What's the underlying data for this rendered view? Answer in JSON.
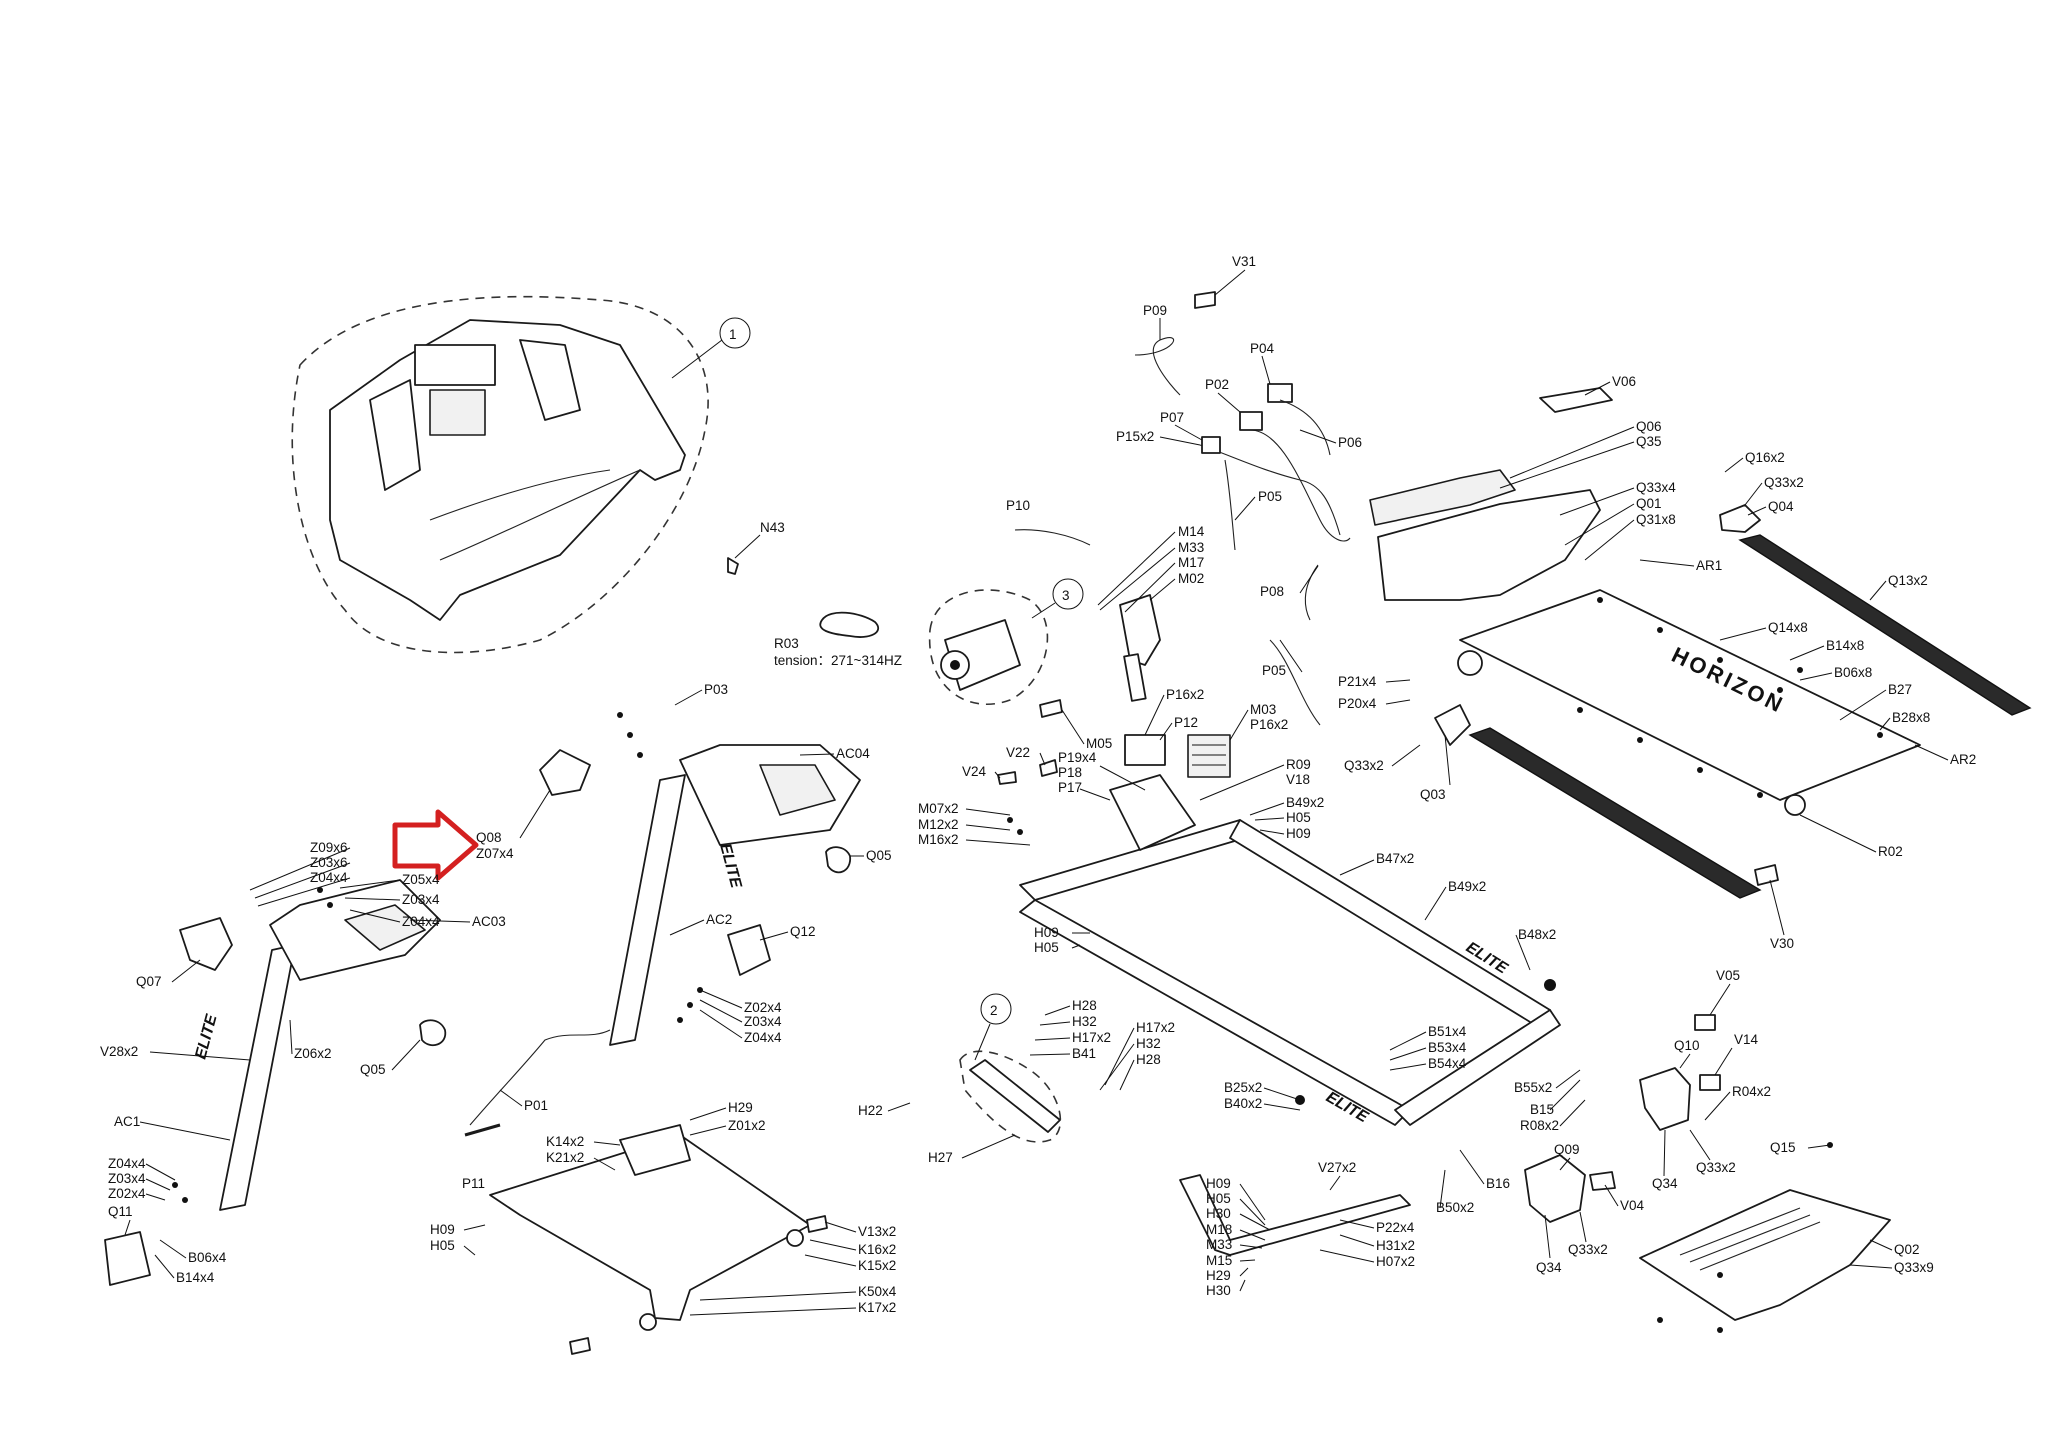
{
  "callouts": {
    "n1": "1",
    "n2": "2",
    "n3": "3"
  },
  "tension_note": "tension：271~314HZ",
  "labels": {
    "V31": "V31",
    "P09": "P09",
    "P04": "P04",
    "P02": "P02",
    "P07": "P07",
    "P15x2": "P15x2",
    "P06": "P06",
    "P05a": "P05",
    "V06": "V06",
    "Q06": "Q06",
    "Q35": "Q35",
    "Q16x2": "Q16x2",
    "Q33x2a": "Q33x2",
    "Q33x4": "Q33x4",
    "Q01": "Q01",
    "Q04": "Q04",
    "Q31x8": "Q31x8",
    "AR1": "AR1",
    "Q13x2": "Q13x2",
    "Q14x8": "Q14x8",
    "B14x8": "B14x8",
    "B06x8": "B06x8",
    "B27": "B27",
    "B28x8": "B28x8",
    "AR2": "AR2",
    "R02": "R02",
    "V30": "V30",
    "P08": "P08",
    "P05b": "P05",
    "P21x4": "P21x4",
    "P20x4": "P20x4",
    "Q33x2b": "Q33x2",
    "Q03": "Q03",
    "P10": "P10",
    "M14": "M14",
    "M33a": "M33",
    "M17": "M17",
    "M02": "M02",
    "N43": "N43",
    "R03": "R03",
    "P03": "P03",
    "AC04": "AC04",
    "Q08": "Q08",
    "Z07x4": "Z07x4",
    "Q05a": "Q05",
    "Z09x6": "Z09x6",
    "Z03x6": "Z03x6",
    "Z04x4a": "Z04x4",
    "Z05x4": "Z05x4",
    "Z03x4a": "Z03x4",
    "Z04x4b": "Z04x4",
    "AC03": "AC03",
    "Q07": "Q07",
    "V28x2": "V28x2",
    "Z06x2": "Z06x2",
    "Q05b": "Q05",
    "AC1": "AC1",
    "Z04x4c": "Z04x4",
    "Z03x4b": "Z03x4",
    "Z02x4a": "Z02x4",
    "Q11": "Q11",
    "B06x4": "B06x4",
    "B14x4": "B14x4",
    "AC2": "AC2",
    "Q12": "Q12",
    "Z02x4b": "Z02x4",
    "Z03x4c": "Z03x4",
    "Z04x4d": "Z04x4",
    "P01": "P01",
    "P11": "P11",
    "H29a": "H29",
    "Z01x2": "Z01x2",
    "K14x2": "K14x2",
    "K21x2": "K21x2",
    "H09a": "H09",
    "H05a": "H05",
    "V13x2": "V13x2",
    "K16x2": "K16x2",
    "K15x2": "K15x2",
    "K50x4": "K50x4",
    "K17x2": "K17x2",
    "P16x2a": "P16x2",
    "P12": "P12",
    "M03": "M03",
    "P16x2b": "P16x2",
    "M05": "M05",
    "V22": "V22",
    "P19x4": "P19x4",
    "P18": "P18",
    "P17": "P17",
    "V24": "V24",
    "R09": "R09",
    "V18": "V18",
    "B49x2a": "B49x2",
    "H05b": "H05",
    "H09b": "H09",
    "M07x2": "M07x2",
    "M12x2": "M12x2",
    "M16x2": "M16x2",
    "B47x2": "B47x2",
    "B49x2b": "B49x2",
    "H09c": "H09",
    "H05c": "H05",
    "B48x2": "B48x2",
    "H28a": "H28",
    "H32a": "H32",
    "H17x2a": "H17x2",
    "B41": "B41",
    "H17x2b": "H17x2",
    "H32b": "H32",
    "H28b": "H28",
    "H22": "H22",
    "H27": "H27",
    "B51x4": "B51x4",
    "B53x4": "B53x4",
    "B54x4": "B54x4",
    "B25x2": "B25x2",
    "B40x2": "B40x2",
    "V27x2": "V27x2",
    "B55x2": "B55x2",
    "B15": "B15",
    "R08x2": "R08x2",
    "B16": "B16",
    "B50x2": "B50x2",
    "V05": "V05",
    "Q10": "Q10",
    "V14": "V14",
    "R04x2": "R04x2",
    "Q34a": "Q34",
    "Q33x2c": "Q33x2",
    "Q15": "Q15",
    "Q09": "Q09",
    "V04": "V04",
    "Q34b": "Q34",
    "Q33x2d": "Q33x2",
    "Q02": "Q02",
    "Q33x9": "Q33x9",
    "H09d": "H09",
    "H05d": "H05",
    "H30a": "H30",
    "M18": "M18",
    "M33b": "M33",
    "M15": "M15",
    "H29b": "H29",
    "H30b": "H30",
    "P22x4": "P22x4",
    "H31x2": "H31x2",
    "H07x2": "H07x2"
  },
  "deck_text": "HORIZON",
  "brand_text": "ELITE",
  "colors": {
    "arrow": "#d42020",
    "ink": "#111111"
  }
}
